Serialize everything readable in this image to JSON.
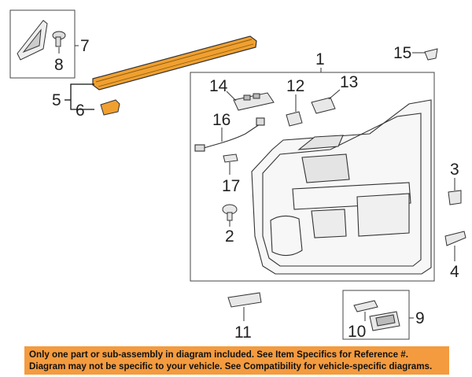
{
  "callouts": {
    "c1": "1",
    "c2": "2",
    "c3": "3",
    "c4": "4",
    "c5": "5",
    "c6": "6",
    "c7": "7",
    "c8": "8",
    "c9": "9",
    "c10": "10",
    "c11": "11",
    "c12": "12",
    "c13": "13",
    "c14": "14",
    "c15": "15",
    "c16": "16",
    "c17": "17"
  },
  "notice": {
    "line1": "Only one part or sub-assembly in diagram included. See Item Specifics for Reference #.",
    "line2": "Diagram may not be specific to your vehicle. See Compatibility for vehicle-specific diagrams."
  },
  "colors": {
    "banner": "#f49b3f",
    "highlight_part": "#f0a030",
    "line": "#333333"
  }
}
